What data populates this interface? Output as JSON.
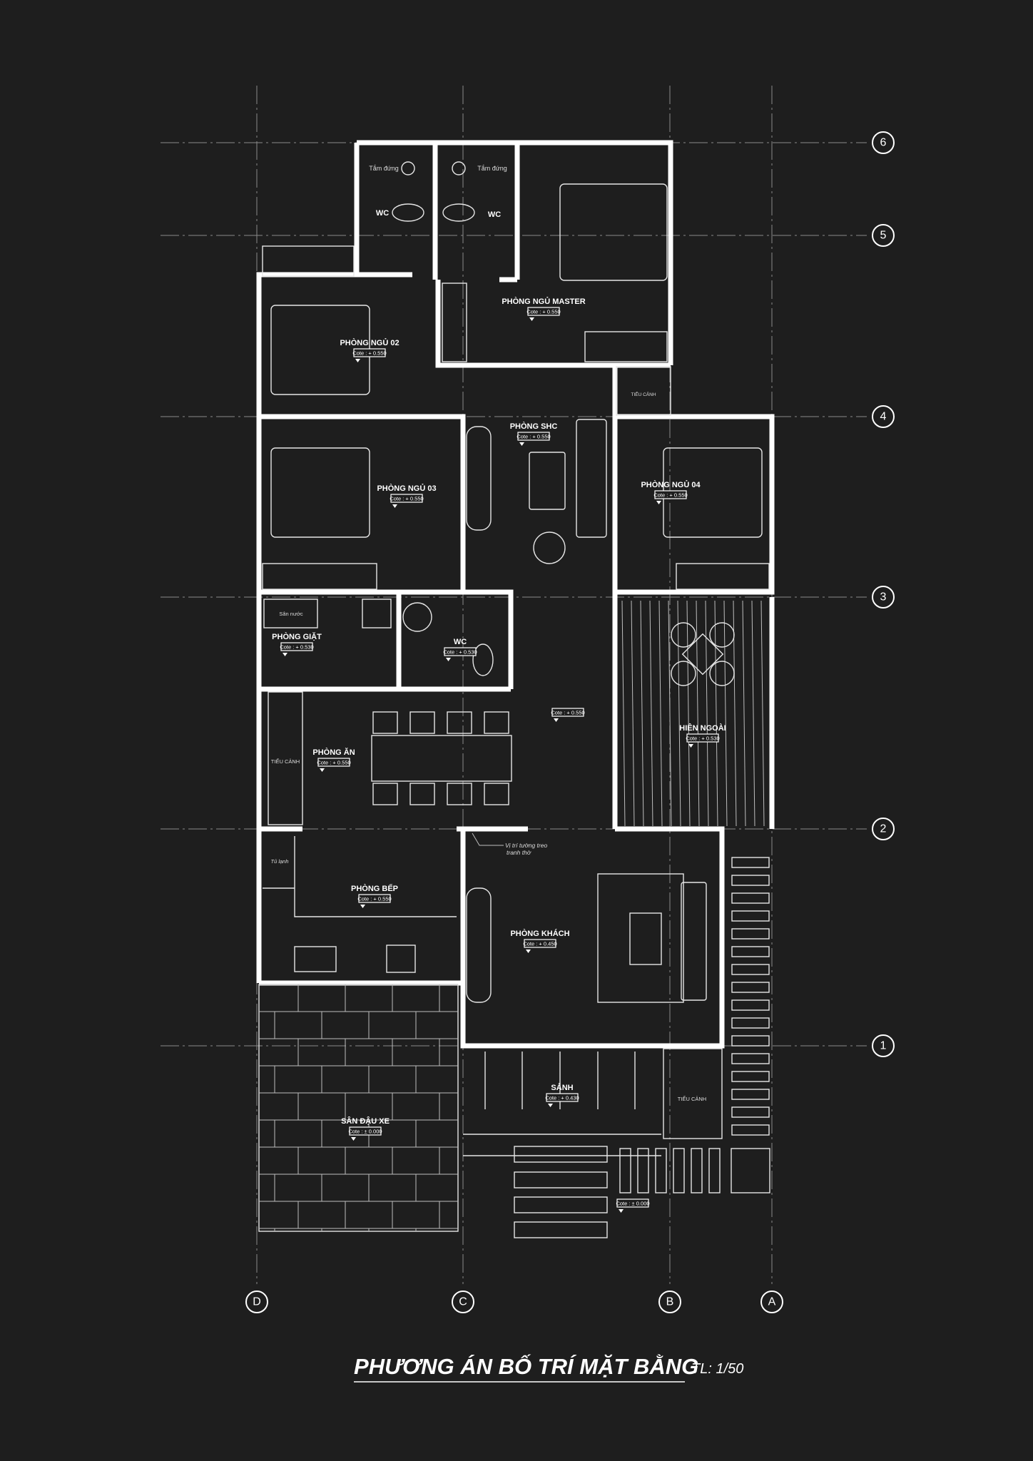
{
  "title": "PHƯƠNG ÁN BỐ TRÍ MẶT BẰNG",
  "scale": "TL: 1/50",
  "grid": {
    "rows": [
      "6",
      "5",
      "4",
      "3",
      "2",
      "1"
    ],
    "columns": [
      "D",
      "C",
      "B",
      "A"
    ]
  },
  "rooms": {
    "master": {
      "name": "PHÒNG NGỦ MASTER",
      "cote": "Cote : + 0.550"
    },
    "pn02": {
      "name": "PHÒNG NGỦ 02",
      "cote": "Cote : + 0.550"
    },
    "pn03": {
      "name": "PHÒNG NGỦ 03",
      "cote": "Cote : + 0.550"
    },
    "pn04": {
      "name": "PHÒNG NGỦ 04",
      "cote": "Cote : + 0.550"
    },
    "shc": {
      "name": "PHÒNG SHC",
      "cote": "Cote : + 0.550"
    },
    "wc1": {
      "name": "WC"
    },
    "wc2": {
      "name": "WC"
    },
    "wc3": {
      "name": "WC",
      "cote": "Cote : + 0.530"
    },
    "giat": {
      "name": "PHÒNG GIẶT",
      "cote": "Cote : + 0.530"
    },
    "hall": {
      "cote": "Cote : + 0.550"
    },
    "an": {
      "name": "PHÒNG ĂN",
      "cote": "Cote : + 0.550"
    },
    "hien": {
      "name": "HIÊN NGOÀI",
      "cote": "Cote : + 0.530"
    },
    "bep": {
      "name": "PHÒNG BẾP",
      "cote": "Cote : + 0.550"
    },
    "khach": {
      "name": "PHÒNG KHÁCH",
      "cote": "Cote : + 0.450"
    },
    "sanh": {
      "name": "SẢNH",
      "cote": "Cote : + 0.430"
    },
    "sandauxe": {
      "name": "SÂN ĐẬU XE",
      "cote": "Cote : ± 0.000"
    },
    "outside": {
      "cote": "Cote : ± 0.000"
    }
  },
  "notes": {
    "tam_dung_1": "Tắm đứng",
    "tam_dung_2": "Tắm đứng",
    "san_nuoc": "Sân nước",
    "tu_lanh": "Tủ lạnh",
    "tieu_canh_1": "TIỂU CẢNH",
    "tieu_canh_2": "TIỂU CẢNH",
    "tieu_canh_3": "TIỂU CẢNH",
    "tuong_treo_1": "Vị trí tường treo",
    "tuong_treo_2": "tranh thờ"
  }
}
